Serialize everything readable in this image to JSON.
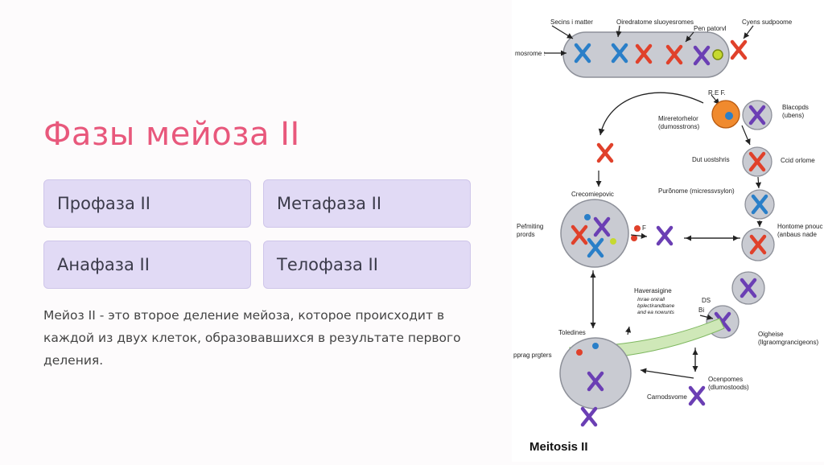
{
  "slide": {
    "title": "Фазы мейоза II",
    "phases": [
      "Профаза II",
      "Метафаза II",
      "Анафаза II",
      "Телофаза II"
    ],
    "description": "Мейоз II - это второе деление мейоза, которое происходит в каждой из двух клеток, образовавшихся в результате первого деления."
  },
  "figure": {
    "labels": {
      "l1": "Secins i matter",
      "l2": "Oiredratome sluoyesromes",
      "l3": "Pen patorvl",
      "l4": "Cyens sudpoome",
      "l5": "mosrome :",
      "l6": "R.E F.",
      "l7": "Mireretorhelor",
      "l7b": "(dumosstrons)",
      "l8": "Blacopds",
      "l8b": "(ubens)",
      "l9": "Dut uostshris",
      "l10": "Ccid orlome",
      "l11": "Crecomiepovic",
      "l12": "Purõnome (micressvsylon)",
      "l13": "Pefmiting",
      "l13b": "prords",
      "l14": "F",
      "l15": "Hontome pnouc",
      "l15b": "(anbaus nade",
      "l16": "Haverasigine",
      "l16b": "Inrae onirall",
      "l16c": "bplectirandbane",
      "l16d": "and ea nowunts",
      "l17": "Bi",
      "l18": "DS",
      "l19": "Toledines",
      "l20": "pprag prgters",
      "l21": "Oigheise",
      "l21b": "(llgraomgrancigeons)",
      "l22": "Ocenpomes",
      "l22b": "(dlumostoods)",
      "l23": "Carnodsvome",
      "caption": "Meitosis II"
    },
    "colors": {
      "blue": "#2a7fc8",
      "red": "#e0412b",
      "purple": "#6b3fb4",
      "cell": "#c9cbd2",
      "cellStroke": "#8d9099"
    }
  }
}
